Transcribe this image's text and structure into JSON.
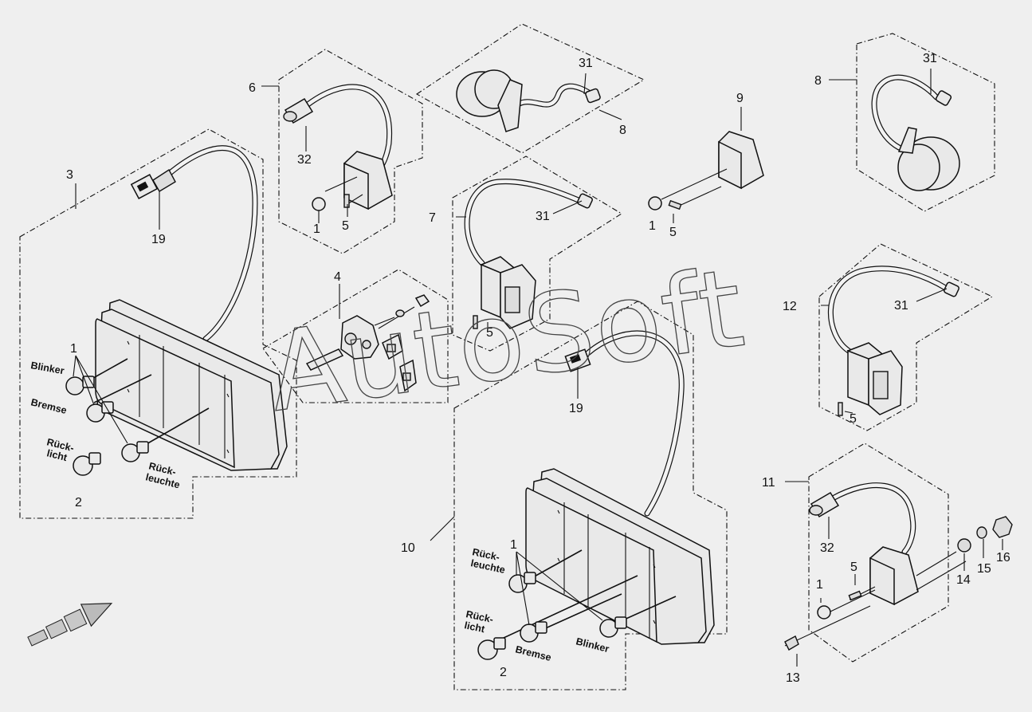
{
  "callouts": {
    "c1a": "1",
    "c1b": "1",
    "c1c": "1",
    "c1d": "1",
    "c1e": "1",
    "c2a": "2",
    "c2b": "2",
    "c3": "3",
    "c4": "4",
    "c5a": "5",
    "c5b": "5",
    "c5c": "5",
    "c5d": "5",
    "c5e": "5",
    "c6": "6",
    "c7": "7",
    "c8a": "8",
    "c8b": "8",
    "c9": "9",
    "c10": "10",
    "c11": "11",
    "c12": "12",
    "c13": "13",
    "c14": "14",
    "c15": "15",
    "c16": "16",
    "c19a": "19",
    "c19b": "19",
    "c31a": "31",
    "c31b": "31",
    "c31c": "31",
    "c31d": "31",
    "c32a": "32",
    "c32b": "32"
  },
  "lamp_labels": {
    "left_blinker": "Blinker",
    "left_bremse": "Bremse",
    "left_rueck_1": "Rück-",
    "left_rueck_2": "licht",
    "left_leuchte_1": "Rück-",
    "left_leuchte_2": "leuchte",
    "right_leuchte_1": "Rück-",
    "right_leuchte_2": "leuchte",
    "right_rueck_1": "Rück-",
    "right_rueck_2": "licht",
    "right_bremse": "Bremse",
    "right_blinker": "Blinker"
  },
  "watermark": "AutoSoft"
}
